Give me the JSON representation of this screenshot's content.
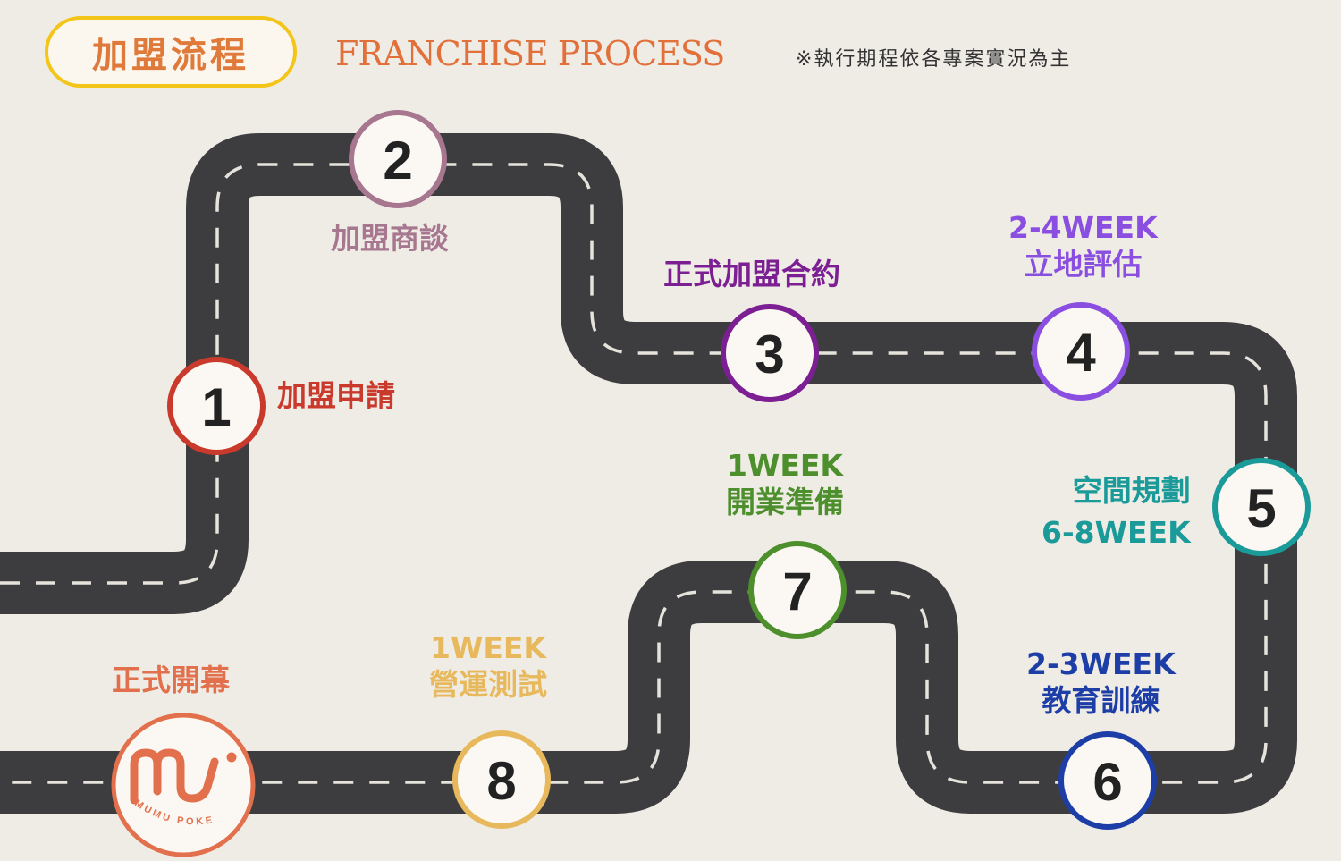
{
  "header": {
    "title_zh": "加盟流程",
    "title_en": "FRANCHISE PROCESS",
    "note": "※執行期程依各專案實況為主"
  },
  "colors": {
    "background": "#efece6",
    "road": "#3d3d3f",
    "road_dash": "#e6e3dc",
    "badge_border": "#f2c518",
    "title": "#e2703a"
  },
  "steps": [
    {
      "number": "1",
      "label": "加盟申請",
      "duration": "",
      "color": "#c93a2c"
    },
    {
      "number": "2",
      "label": "加盟商談",
      "duration": "",
      "color": "#a7768f"
    },
    {
      "number": "3",
      "label": "正式加盟合約",
      "duration": "",
      "color": "#7b1f93"
    },
    {
      "number": "4",
      "label": "立地評估",
      "duration": "2-4WEEK",
      "color": "#8a4fe0"
    },
    {
      "number": "5",
      "label": "空間規劃",
      "duration": "6-8WEEK",
      "color": "#1a9a98"
    },
    {
      "number": "6",
      "label": "教育訓練",
      "duration": "2-3WEEK",
      "color": "#1c3ea6"
    },
    {
      "number": "7",
      "label": "開業準備",
      "duration": "1WEEK",
      "color": "#4d8f2c"
    },
    {
      "number": "8",
      "label": "營運測試",
      "duration": "1WEEK",
      "color": "#e8b95c"
    }
  ],
  "finish": {
    "label": "正式開幕",
    "color": "#e2704c",
    "logo_text": "MUMU POKE",
    "logo_mark": "mu"
  }
}
